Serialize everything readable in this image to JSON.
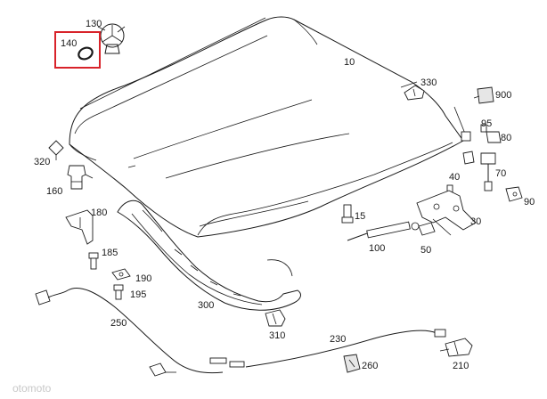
{
  "diagram": {
    "highlight_color": "#d8232a",
    "highlighted_part": "140",
    "labels": {
      "p10": "10",
      "p15": "15",
      "p30": "30",
      "p40": "40",
      "p50": "50",
      "p70": "70",
      "p80": "80",
      "p90": "90",
      "p95": "95",
      "p100": "100",
      "p130": "130",
      "p140": "140",
      "p160": "160",
      "p180": "180",
      "p185": "185",
      "p190": "190",
      "p195": "195",
      "p210": "210",
      "p230": "230",
      "p250": "250",
      "p260": "260",
      "p300": "300",
      "p310": "310",
      "p320": "320",
      "p330": "330",
      "p900": "900"
    }
  },
  "watermark": "otomoto"
}
